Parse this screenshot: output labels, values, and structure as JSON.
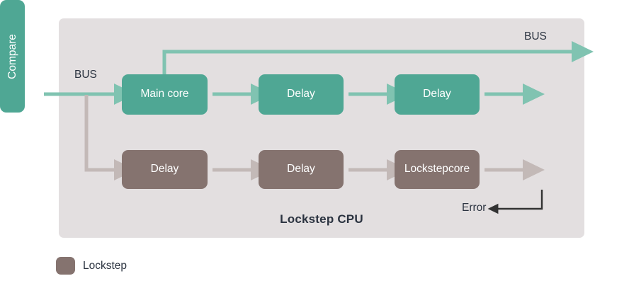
{
  "diagram": {
    "panel_title": "Lockstep CPU",
    "colors": {
      "panel_bg": "#e3dfe0",
      "main_path": "#4fa794",
      "main_path_line": "#80c3b1",
      "lockstep_path": "#85736f",
      "lockstep_path_line": "#c3b9b7",
      "error_line": "#333333",
      "text_dark": "#2b3340",
      "text_light": "#ffffff"
    },
    "labels": {
      "bus_in": "BUS",
      "bus_out": "BUS",
      "error": "Error"
    },
    "main_row": [
      {
        "id": "main-core",
        "label": "Main core"
      },
      {
        "id": "main-delay-1",
        "label": "Delay"
      },
      {
        "id": "main-delay-2",
        "label": "Delay"
      }
    ],
    "lockstep_row": [
      {
        "id": "lockstep-delay-1",
        "label": "Delay"
      },
      {
        "id": "lockstep-delay-2",
        "label": "Delay"
      },
      {
        "id": "lockstep-core",
        "label": "Lockstep\ncore"
      }
    ],
    "lockstep_core_line1": "Lockstep",
    "lockstep_core_line2": "core",
    "compare": {
      "id": "compare",
      "label": "Compare"
    },
    "legend": [
      {
        "id": "lockstep",
        "label": "Lockstep",
        "color": "#85736f"
      }
    ]
  }
}
